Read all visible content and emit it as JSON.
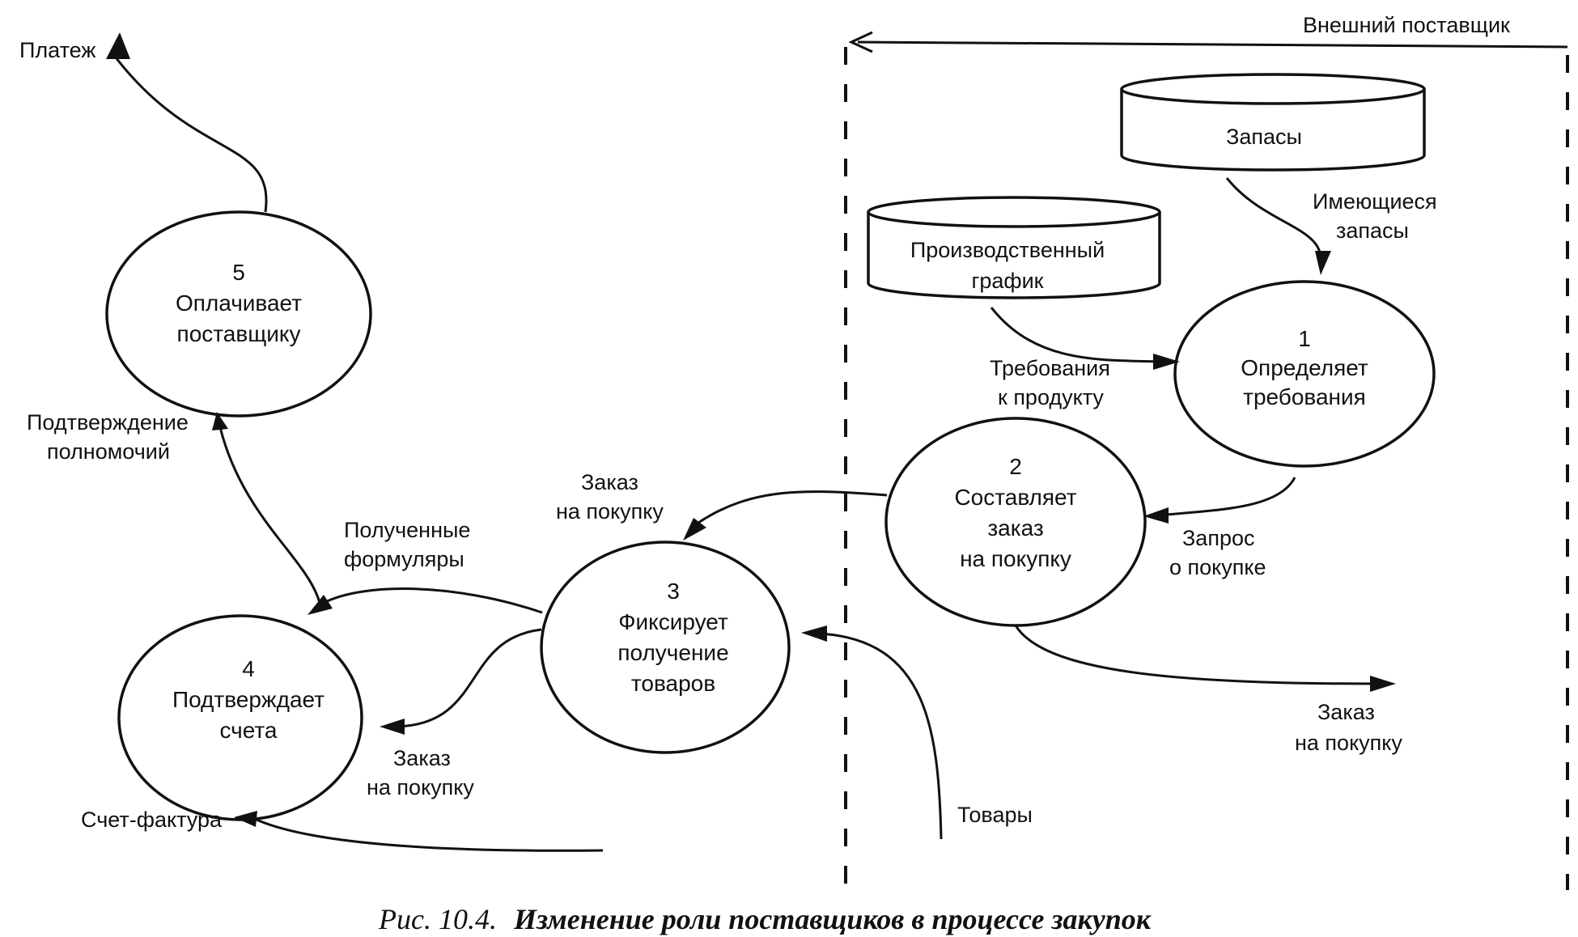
{
  "diagram": {
    "external_supplier": "Внешний поставщик",
    "payment": "Платеж",
    "stores": {
      "inventory": "Запасы",
      "schedule_line1": "Производственный",
      "schedule_line2": "график"
    },
    "processes": {
      "p1": {
        "num": "1",
        "line1": "Определяет",
        "line2": "требования"
      },
      "p2": {
        "num": "2",
        "line1": "Составляет",
        "line2": "заказ",
        "line3": "на покупку"
      },
      "p3": {
        "num": "3",
        "line1": "Фиксирует",
        "line2": "получение",
        "line3": "товаров"
      },
      "p4": {
        "num": "4",
        "line1": "Подтверждает",
        "line2": "счета"
      },
      "p5": {
        "num": "5",
        "line1": "Оплачивает",
        "line2": "поставщику"
      }
    },
    "flows": {
      "available_stock_1": "Имеющиеся",
      "available_stock_2": "запасы",
      "product_req_1": "Требования",
      "product_req_2": "к продукту",
      "purchase_request_1": "Запрос",
      "purchase_request_2": "о покупке",
      "order_to_3_1": "Заказ",
      "order_to_3_2": "на покупку",
      "order_out_1": "Заказ",
      "order_out_2": "на покупку",
      "received_forms_1": "Полученные",
      "received_forms_2": "формуляры",
      "order_to_4_1": "Заказ",
      "order_to_4_2": "на покупку",
      "authority_1": "Подтверждение",
      "authority_2": "полномочий",
      "invoice": "Счет-фактура",
      "goods": "Товары"
    },
    "caption_prefix": "Рис. 10.4.",
    "caption_title": "Изменение роли поставщиков в процессе закупок"
  }
}
